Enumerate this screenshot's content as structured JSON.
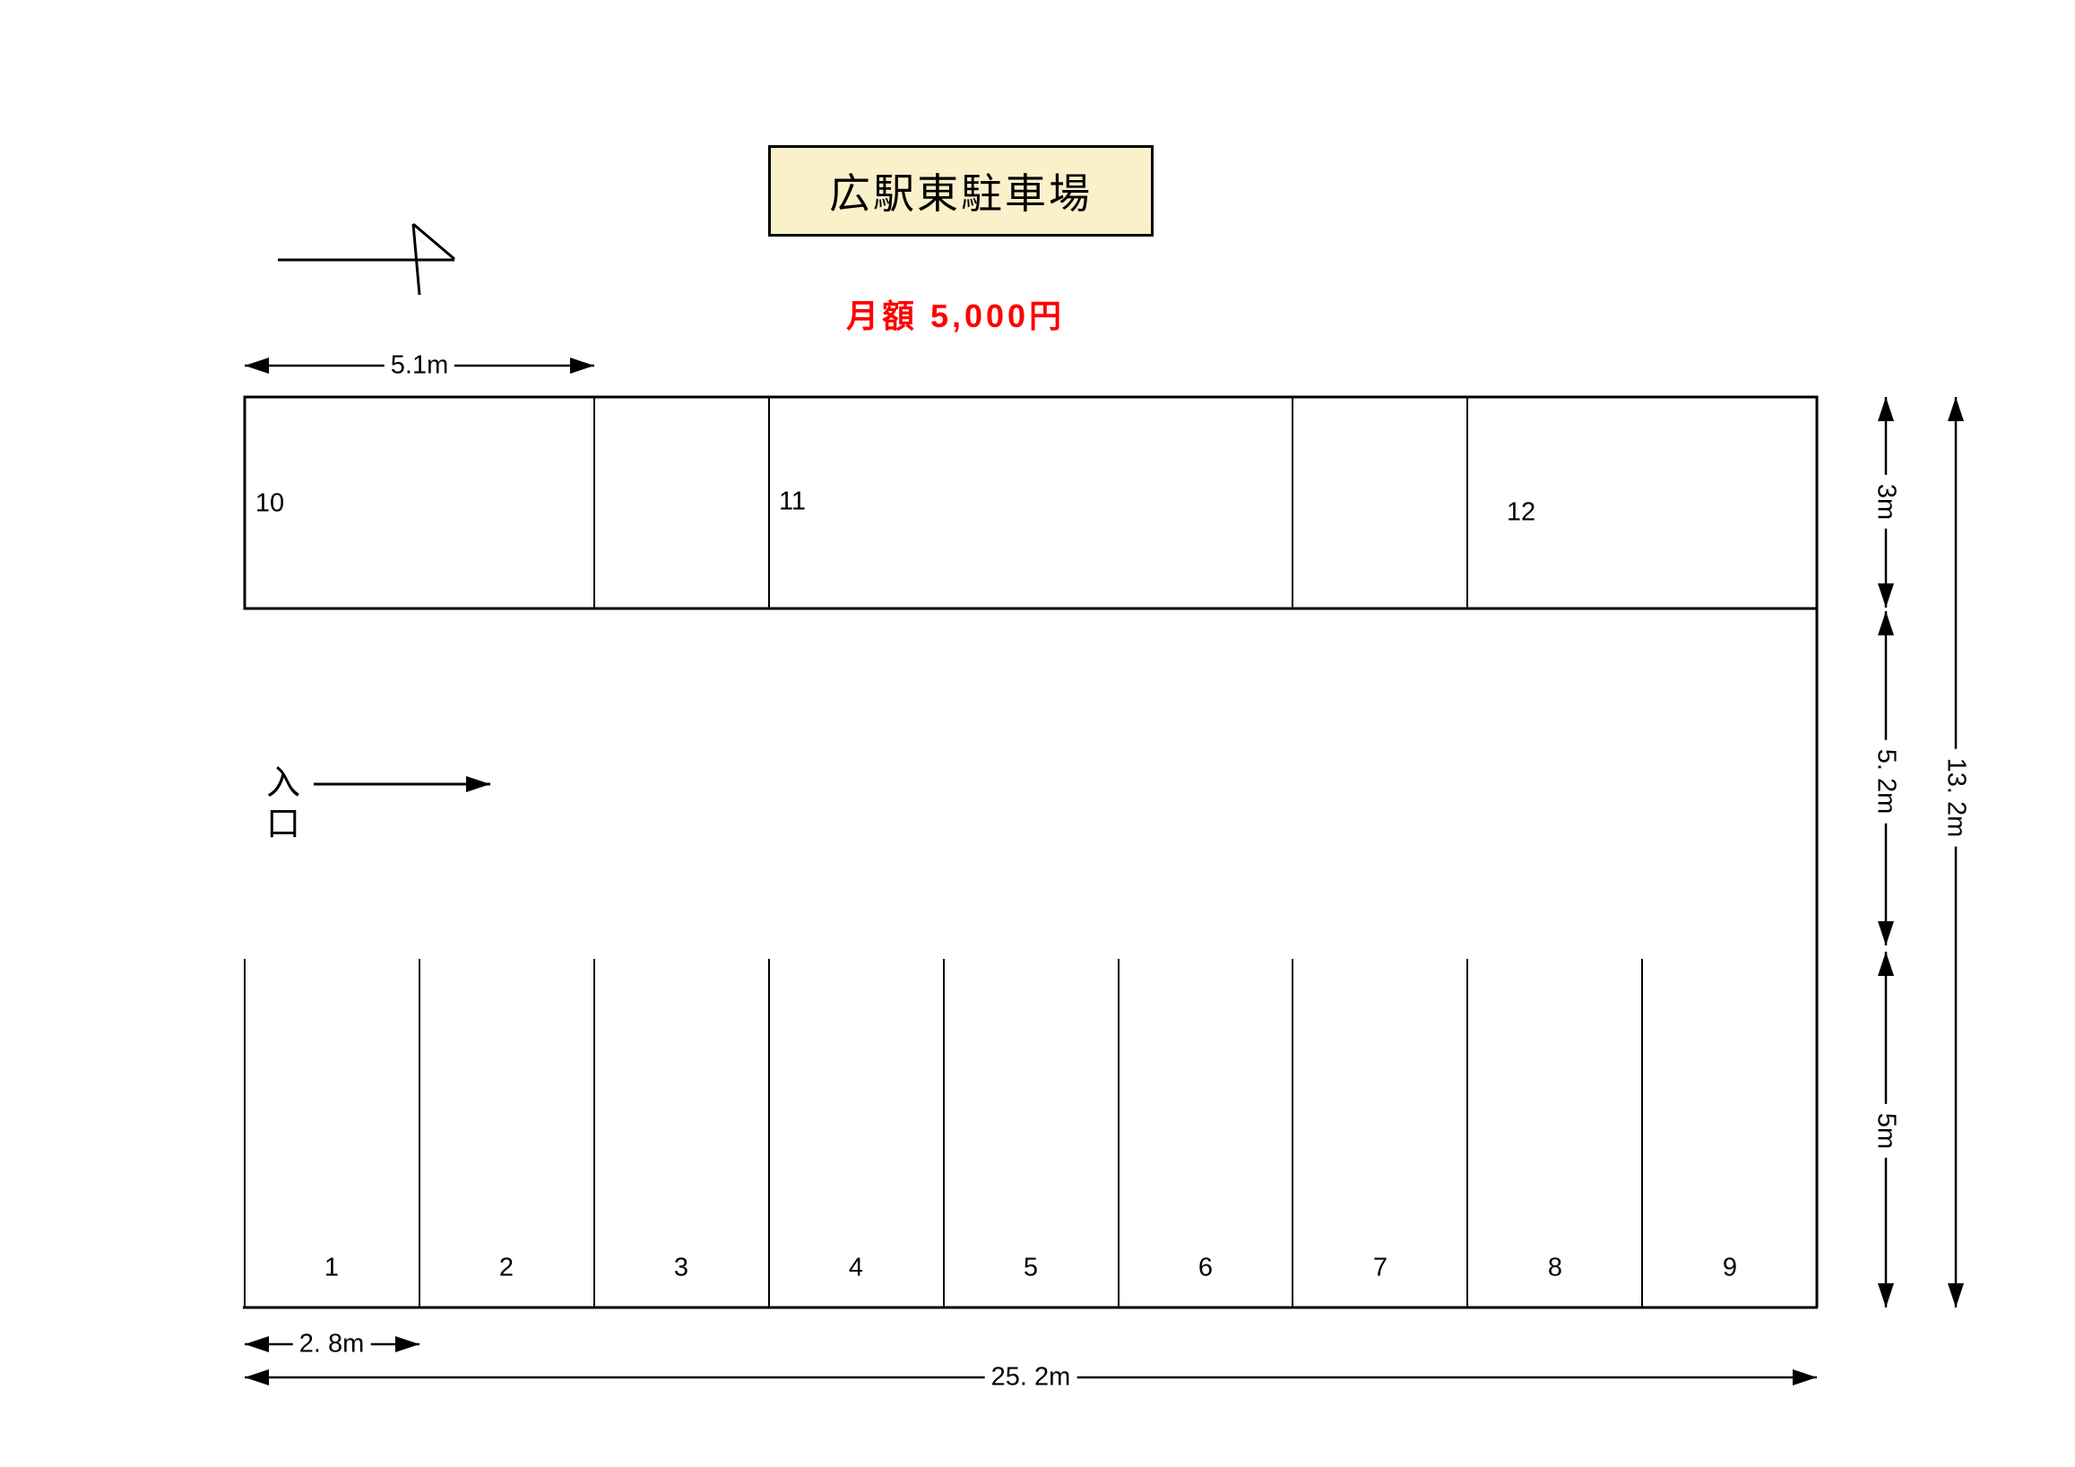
{
  "title": {
    "text": "広駅東駐車場",
    "box_fill": "#faf0c9"
  },
  "price": {
    "text": "月額 5,000円",
    "color": "#ff0000"
  },
  "entrance": {
    "label": "入口"
  },
  "dimensions": {
    "space10_width": "5.1m",
    "stall_width": "2. 8m",
    "total_width": "25. 2m",
    "upper_row_depth": "3m",
    "aisle_depth": "5. 2m",
    "lower_row_depth": "5m",
    "total_depth": "13. 2m"
  },
  "stalls": {
    "upper_row": [
      {
        "number": "10"
      },
      {
        "number": "11"
      },
      {
        "number": "12"
      }
    ],
    "lower_row": [
      {
        "number": "1"
      },
      {
        "number": "2"
      },
      {
        "number": "3"
      },
      {
        "number": "4"
      },
      {
        "number": "5"
      },
      {
        "number": "6"
      },
      {
        "number": "7"
      },
      {
        "number": "8"
      },
      {
        "number": "9"
      }
    ]
  },
  "colors": {
    "line": "#000000",
    "title_fill": "#faf0c9",
    "price_red": "#ff0000",
    "background": "#ffffff"
  }
}
